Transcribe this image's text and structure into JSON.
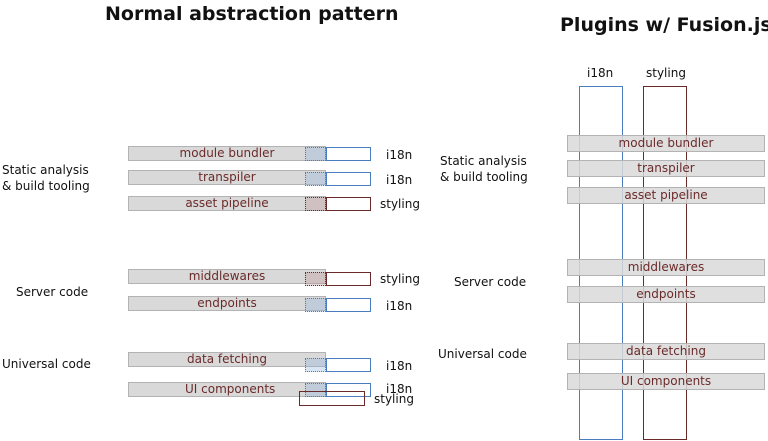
{
  "left": {
    "title": "Normal abstraction pattern",
    "categories": {
      "static": "Static analysis\n& build tooling",
      "server": "Server code",
      "universal": "Universal code"
    },
    "rows": [
      {
        "label": "module bundler",
        "tag": "i18n"
      },
      {
        "label": "transpiler",
        "tag": "i18n"
      },
      {
        "label": "asset pipeline",
        "tag": "styling"
      },
      {
        "label": "middlewares",
        "tag": "styling"
      },
      {
        "label": "endpoints",
        "tag": "i18n"
      },
      {
        "label": "data fetching",
        "tag": "i18n"
      },
      {
        "label": "UI components",
        "tag": "i18n",
        "tag2": "styling"
      }
    ]
  },
  "right": {
    "title": "Plugins w/ Fusion.js",
    "columns": [
      "i18n",
      "styling"
    ],
    "categories": {
      "static": "Static analysis\n& build tooling",
      "server": "Server code",
      "universal": "Universal code"
    },
    "rows": [
      "module bundler",
      "transpiler",
      "asset pipeline",
      "middlewares",
      "endpoints",
      "data fetching",
      "UI components"
    ]
  },
  "colors": {
    "i18n": "#4a7cc0",
    "styling": "#6b2a2a",
    "bar": "#d9d9d9"
  }
}
